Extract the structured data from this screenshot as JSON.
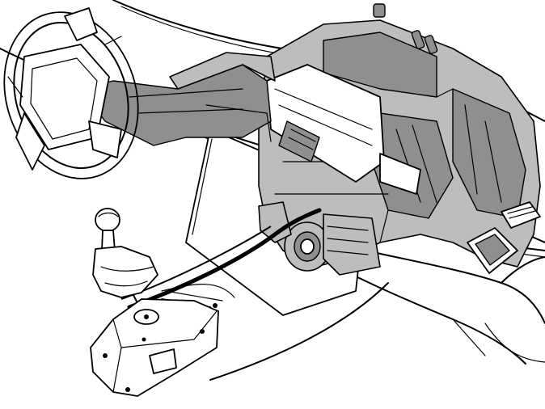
{
  "diagram": {
    "components": [
      {
        "id": "steering-wheel",
        "icon": "steering-wheel-icon"
      },
      {
        "id": "steering-column",
        "icon": "steering-column-icon"
      },
      {
        "id": "heater-unit",
        "icon": "heater-unit-icon"
      },
      {
        "id": "dashboard-outline",
        "icon": "dashboard-icon"
      },
      {
        "id": "gear-shifter",
        "icon": "gear-shifter-icon"
      },
      {
        "id": "shift-cable",
        "icon": "cable-icon"
      },
      {
        "id": "air-vent-right",
        "icon": "vent-icon"
      },
      {
        "id": "air-vent-center",
        "icon": "vent-icon"
      }
    ],
    "colors": {
      "line": "#000000",
      "fill_light": "#bdbdbd",
      "fill_dark": "#8f8f8f",
      "background": "#ffffff"
    }
  }
}
